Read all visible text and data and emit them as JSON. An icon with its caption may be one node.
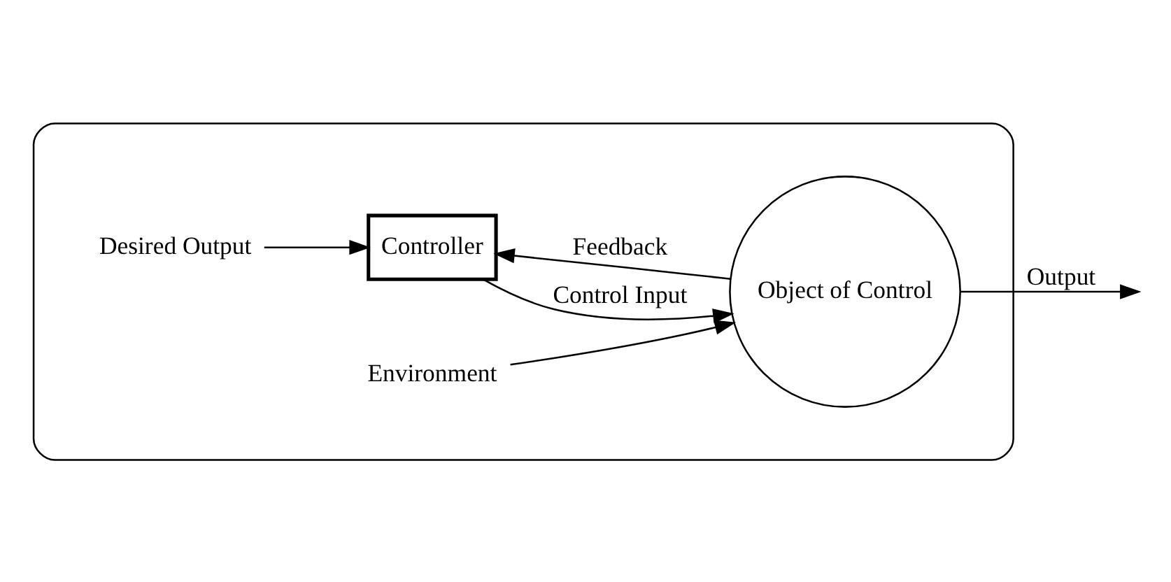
{
  "diagram": {
    "nodes": [
      {
        "text": [],
        "shape": "ellipse"
      },
      {
        "text": [
          "Desired Output"
        ],
        "in": 0
      },
      {
        "text": [
          "Environment"
        ],
        "in": 0
      },
      {
        "text": [
          "Controller"
        ],
        "in": 0
      },
      {
        "text": [
          "Object of Control"
        ],
        "in": 0
      }
    ],
    "edges": [
      {
        "from": 1,
        "to": 3,
        "arrow": "to"
      },
      {
        "from": 2,
        "to": 4,
        "arrow": "to"
      },
      {
        "from": 3,
        "to": 4,
        "arrow": "to",
        "label": "Control Input"
      },
      {
        "from": 4,
        "to": null,
        "arrow": "to",
        "label": "Output"
      },
      {
        "from": 4,
        "to": 3,
        "arrow": "to",
        "label": "Feedback"
      }
    ]
  }
}
